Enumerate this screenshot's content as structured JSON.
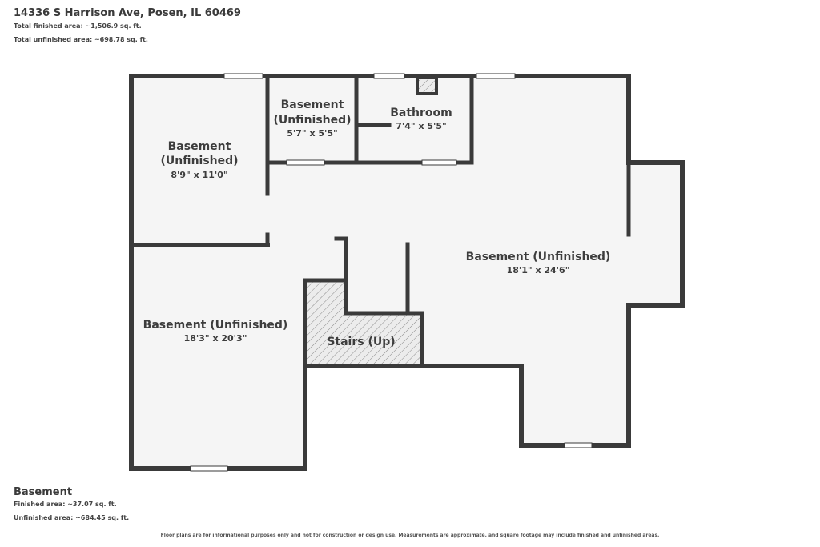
{
  "header": {
    "address": "14336 S Harrison Ave, Posen, IL 60469",
    "total_finished": "Total finished area: ~1,506.9 sq. ft.",
    "total_unfinished": "Total unfinished area: ~698.78 sq. ft."
  },
  "level": {
    "name": "Basement",
    "finished": "Finished area: ~37.07 sq. ft.",
    "unfinished": "Unfinished area: ~684.45 sq. ft."
  },
  "rooms": {
    "basement_top_left": {
      "line1": "Basement",
      "line2": "(Unfinished)",
      "dims": "8'9\" x 11'0\""
    },
    "basement_top_mid": {
      "line1": "Basement",
      "line2": "(Unfinished)",
      "dims": "5'7\" x 5'5\""
    },
    "bathroom": {
      "name": "Bathroom",
      "dims": "7'4\" x 5'5\""
    },
    "basement_main": {
      "name": "Basement (Unfinished)",
      "dims": "18'1\" x 24'6\""
    },
    "basement_bottom_left": {
      "name": "Basement (Unfinished)",
      "dims": "18'3\" x 20'3\""
    },
    "stairs": {
      "name": "Stairs (Up)"
    }
  },
  "disclaimer": "Floor plans are for informational purposes only and not for construction or design use. Measurements are approximate, and square footage may include finished and unfinished areas.",
  "colors": {
    "wall": "#3a3a3a",
    "floor": "#f5f5f5",
    "window": "#ffffff"
  }
}
